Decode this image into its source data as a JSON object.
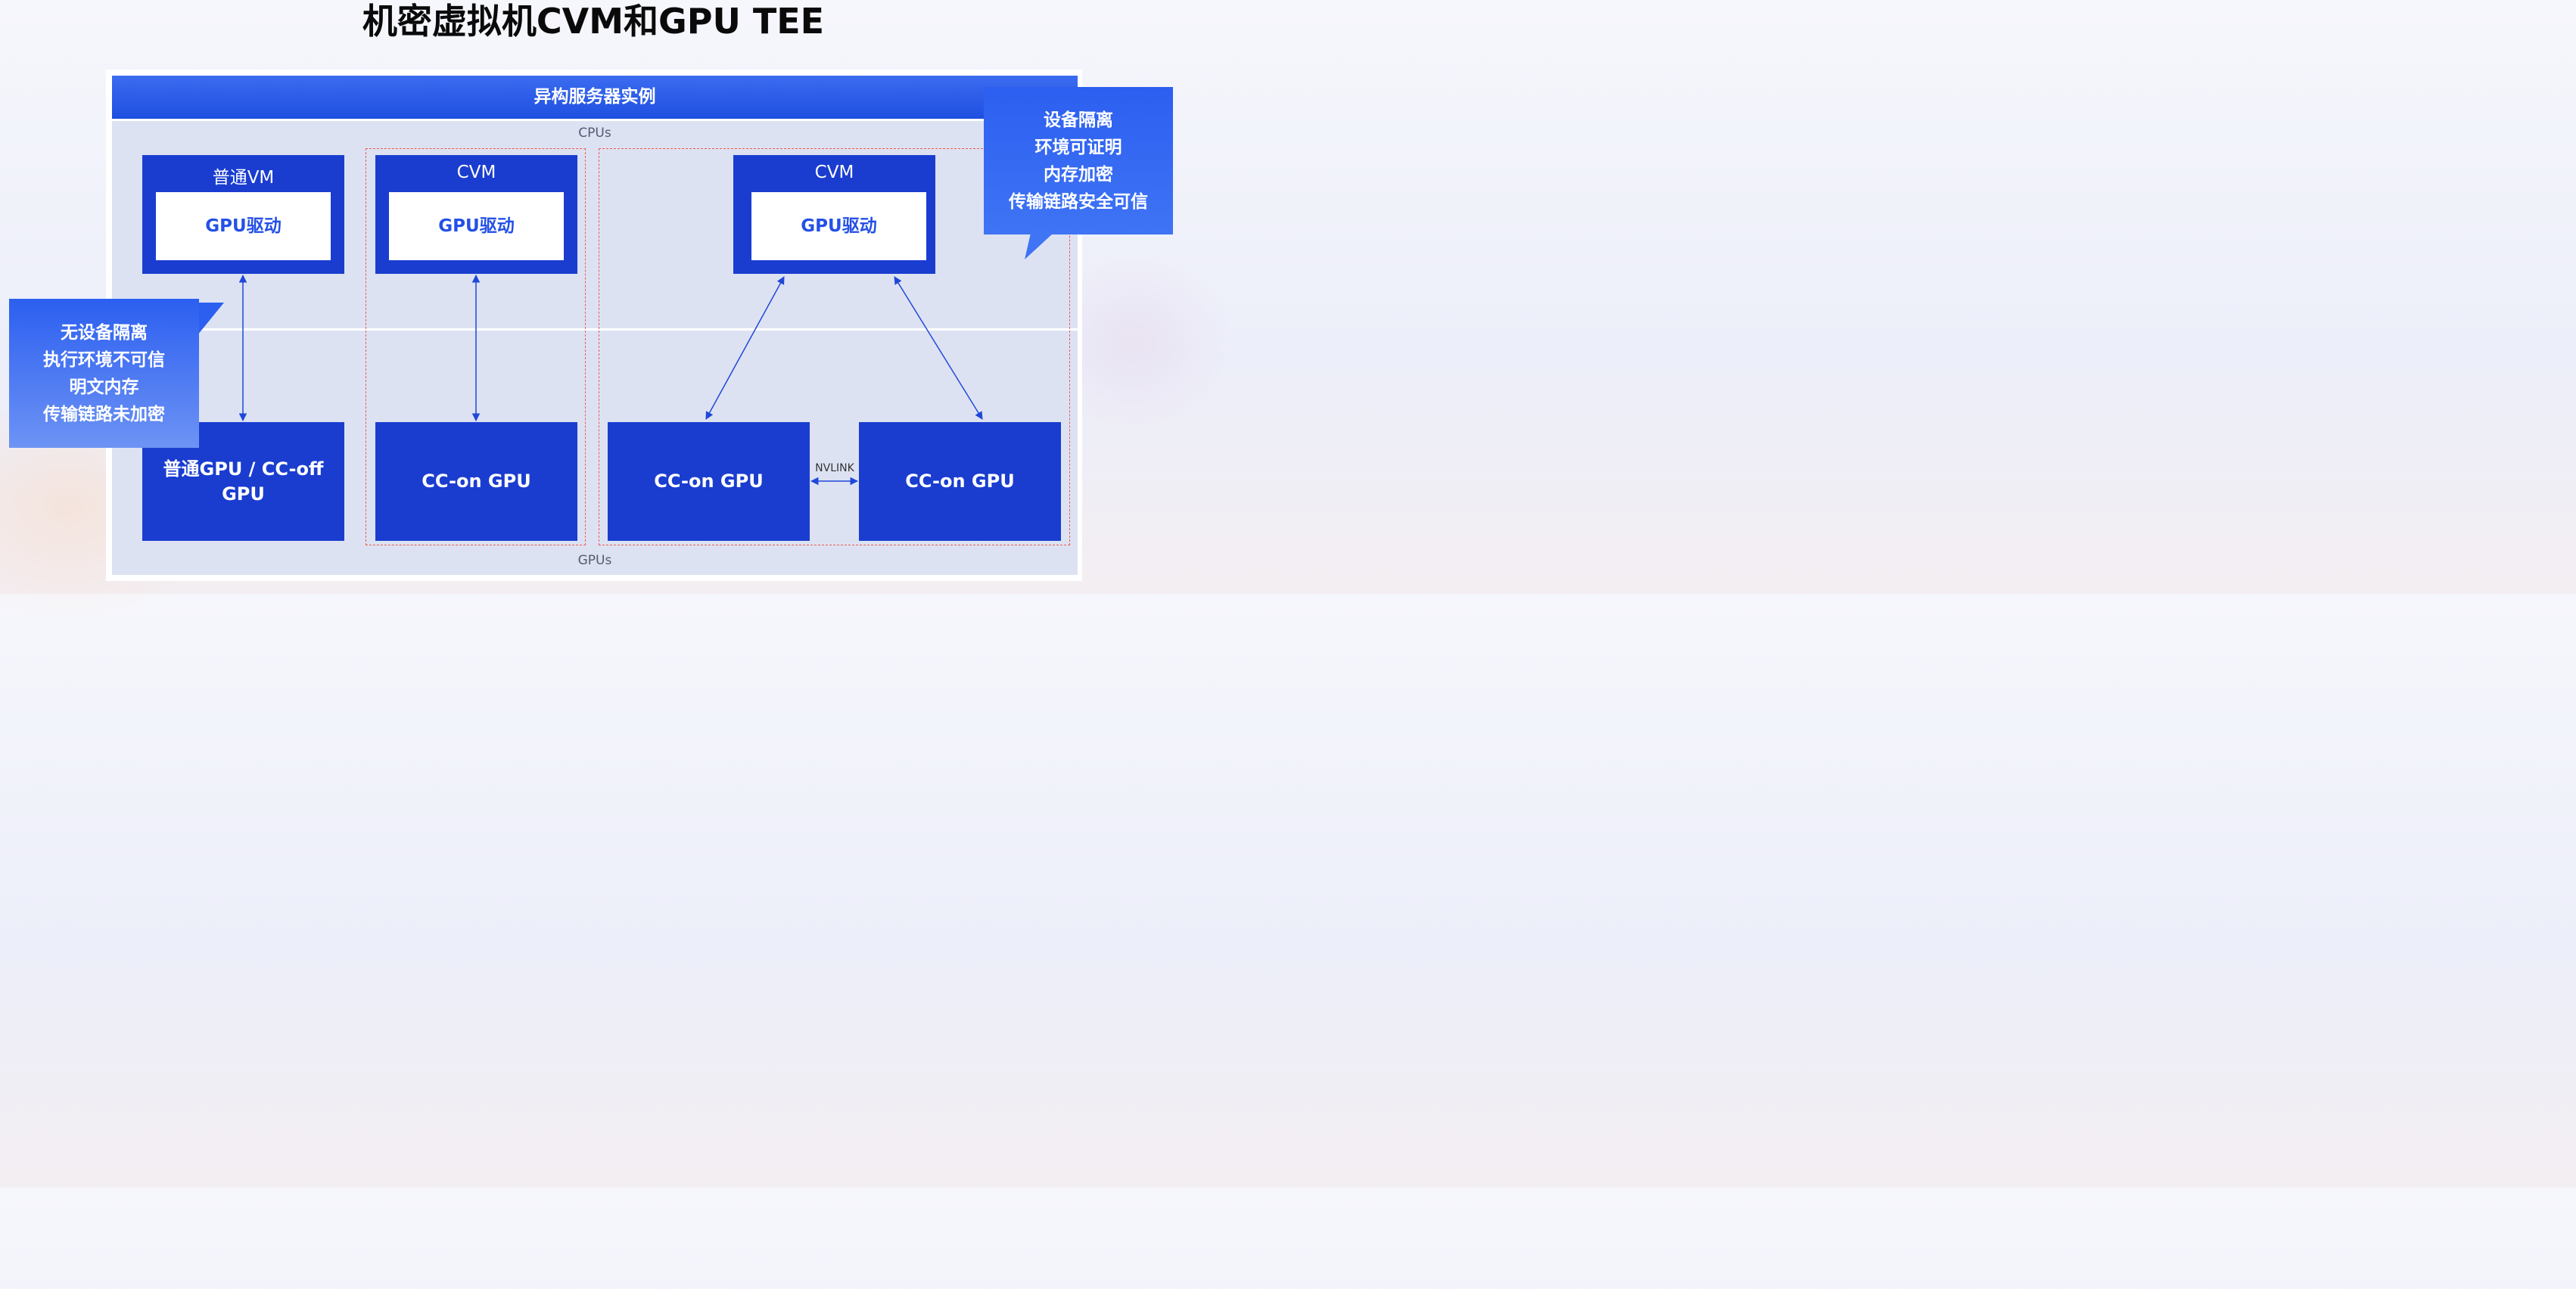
{
  "title": "机密虚拟机CVM和GPU TEE",
  "instance_band": "异构服务器实例",
  "zones": {
    "cpu_label": "CPUs",
    "gpu_label": "GPUs"
  },
  "columns": [
    {
      "vm_label": "普通VM",
      "driver_label": "GPU驱动",
      "gpu_lines": [
        "普通GPU / CC-off",
        "GPU"
      ]
    },
    {
      "vm_label": "CVM",
      "driver_label": "GPU驱动",
      "gpu_lines": [
        "CC-on GPU"
      ]
    },
    {
      "vm_label": "CVM",
      "driver_label": "GPU驱动",
      "gpus": [
        "CC-on GPU",
        "CC-on GPU"
      ],
      "link_label": "NVLINK"
    }
  ],
  "callout_right": {
    "lines": [
      "设备隔离",
      "环境可证明",
      "内存加密",
      "传输链路安全可信"
    ]
  },
  "callout_left": {
    "lines": [
      "无设备隔离",
      "执行环境不可信",
      "明文内存",
      "传输链路未加密"
    ]
  },
  "colors": {
    "accent": "#1a3dd0",
    "driver_text": "#2450e6",
    "dashed_border": "#ec5b4f",
    "zone_bg": "#dde2f3",
    "arrow": "#1f48d8"
  }
}
